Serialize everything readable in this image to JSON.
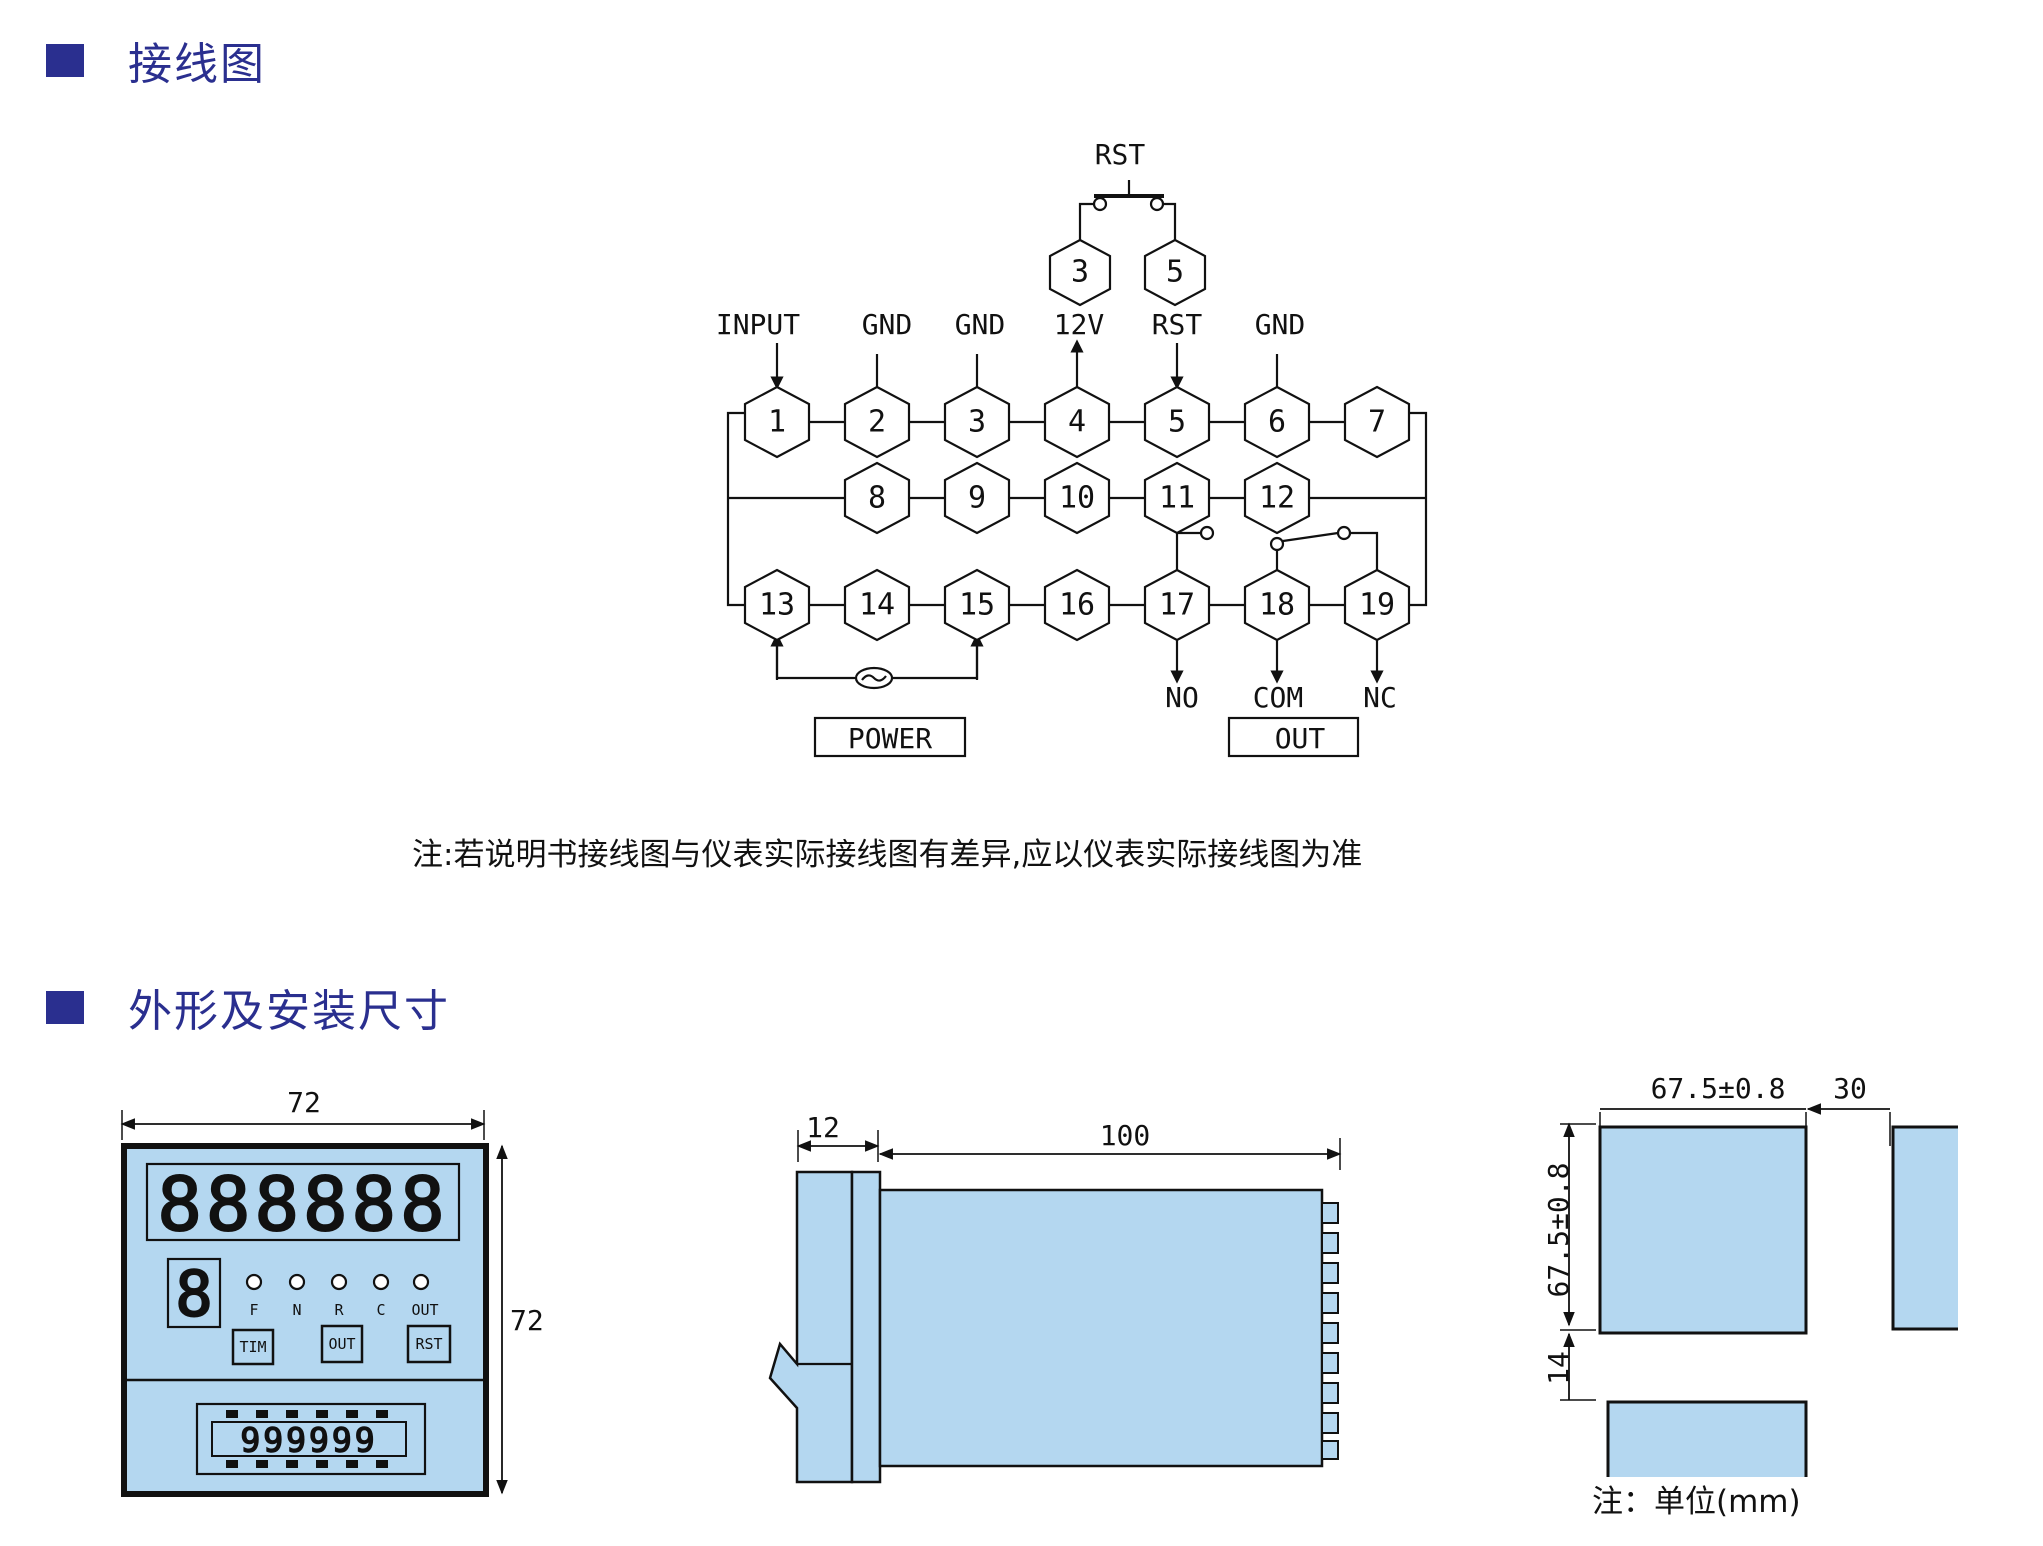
{
  "sections": {
    "wiring_title": "接线图",
    "dims_title": "外形及安装尺寸"
  },
  "wiring": {
    "rst_top_label": "RST",
    "top_labels": {
      "input": "INPUT",
      "gnd2": "GND",
      "gnd3": "GND",
      "v12": "12V",
      "rst5": "RST",
      "gnd6": "GND"
    },
    "bottom_labels": {
      "no": "NO",
      "com": "COM",
      "nc": "NC"
    },
    "power_box": "POWER",
    "out_box": "OUT",
    "terminals": {
      "t1": "1",
      "t2": "2",
      "t3": "3",
      "t4": "4",
      "t5": "5",
      "t6": "6",
      "t7": "7",
      "t8": "8",
      "t9": "9",
      "t10": "10",
      "t11": "11",
      "t12": "12",
      "t13": "13",
      "t14": "14",
      "t15": "15",
      "t16": "16",
      "t17": "17",
      "t18": "18",
      "t19": "19",
      "rst_a": "3",
      "rst_b": "5"
    },
    "note": "注:若说明书接线图与仪表实际接线图有差异,应以仪表实际接线图为准"
  },
  "dimensions": {
    "front_width": "72",
    "front_height": "72",
    "side_depth_front": "12",
    "side_depth_body": "100",
    "cutout_width": "67.5±0.8",
    "cutout_gap_h": "30",
    "cutout_height": "67.5±0.8",
    "cutout_gap_v": "14",
    "main_display": "888888",
    "small_display": "8",
    "counter_display": "999999",
    "indicators": [
      "F",
      "N",
      "R",
      "C",
      "OUT"
    ],
    "buttons": [
      "TIM",
      "OUT",
      "RST"
    ],
    "unit_note": "注：单位(mm)"
  },
  "colors": {
    "panel_blue": "#b4d7f0",
    "heading_blue": "#2a2f8f",
    "line": "#111111"
  }
}
